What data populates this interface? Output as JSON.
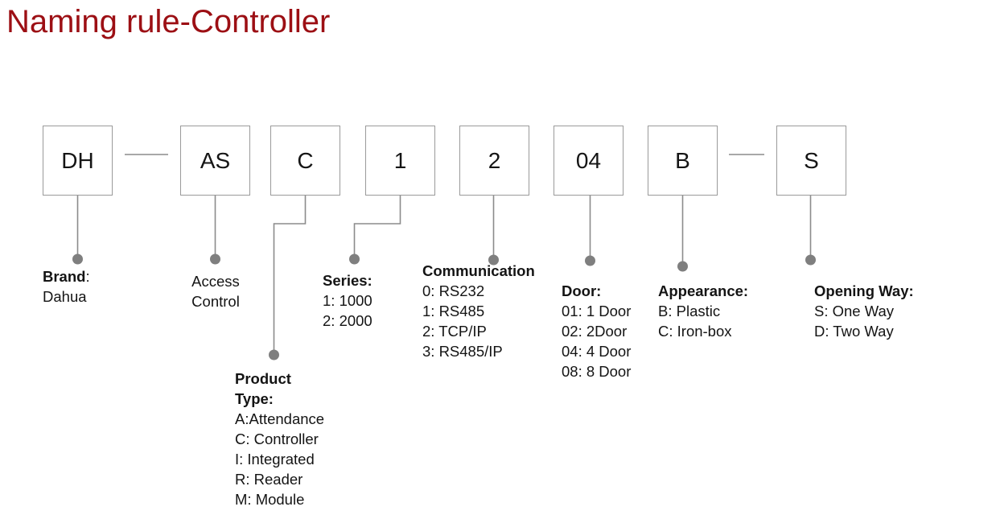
{
  "title": "Naming rule-Controller",
  "colors": {
    "title": "#9c0f14",
    "box_border": "#9a9a9a",
    "connector": "#8c8c8c",
    "dot": "#7f7f7f",
    "text": "#141414"
  },
  "boxes": [
    {
      "id": "brand",
      "code": "DH"
    },
    {
      "id": "access",
      "code": "AS"
    },
    {
      "id": "product-type",
      "code": "C"
    },
    {
      "id": "series",
      "code": "1"
    },
    {
      "id": "communication",
      "code": "2"
    },
    {
      "id": "door",
      "code": "04"
    },
    {
      "id": "appearance",
      "code": "B"
    },
    {
      "id": "opening-way",
      "code": "S"
    }
  ],
  "captions": [
    {
      "id": "brand",
      "heading": "Brand",
      "heading_suffix": ":",
      "items": [
        "Dahua"
      ]
    },
    {
      "id": "access-control",
      "heading": "",
      "heading_suffix": "",
      "items": [
        "Access",
        "Control"
      ]
    },
    {
      "id": "product-type",
      "heading_lines": [
        "Product",
        "Type:"
      ],
      "items": [
        "A:Attendance",
        "C: Controller",
        "I: Integrated",
        "R: Reader",
        "M: Module"
      ]
    },
    {
      "id": "series",
      "heading": "Series",
      "heading_suffix": ":",
      "items": [
        "1: 1000",
        "2: 2000"
      ]
    },
    {
      "id": "communication",
      "heading": "Communication",
      "heading_suffix": "",
      "items": [
        "0: RS232",
        "1: RS485",
        "2: TCP/IP",
        "3: RS485/IP"
      ]
    },
    {
      "id": "door",
      "heading": "Door",
      "heading_suffix": ":",
      "items": [
        "01: 1 Door",
        "02: 2Door",
        "04: 4 Door",
        "08: 8 Door"
      ]
    },
    {
      "id": "appearance",
      "heading": "Appearance",
      "heading_suffix": ":",
      "items": [
        "B: Plastic",
        "C: Iron-box"
      ]
    },
    {
      "id": "opening-way",
      "heading": "Opening Way",
      "heading_suffix": ":",
      "items": [
        "S: One Way",
        "D: Two Way"
      ]
    }
  ]
}
